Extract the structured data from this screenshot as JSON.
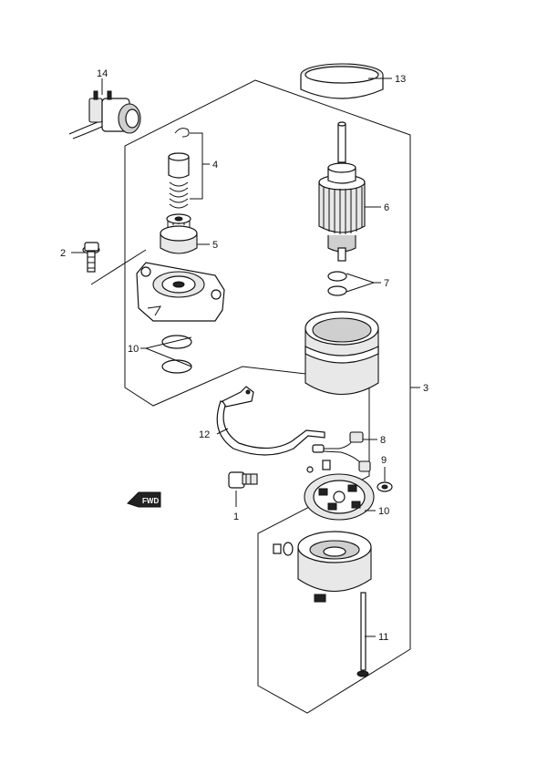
{
  "callouts": {
    "c1": "1",
    "c2": "2",
    "c3": "3",
    "c4": "4",
    "c5": "5",
    "c6": "6",
    "c7": "7",
    "c8": "8",
    "c9": "9",
    "c10a": "10",
    "c10b": "10",
    "c11": "11",
    "c12": "12",
    "c13": "13",
    "c14": "14"
  },
  "fwd_mark": "FWD"
}
